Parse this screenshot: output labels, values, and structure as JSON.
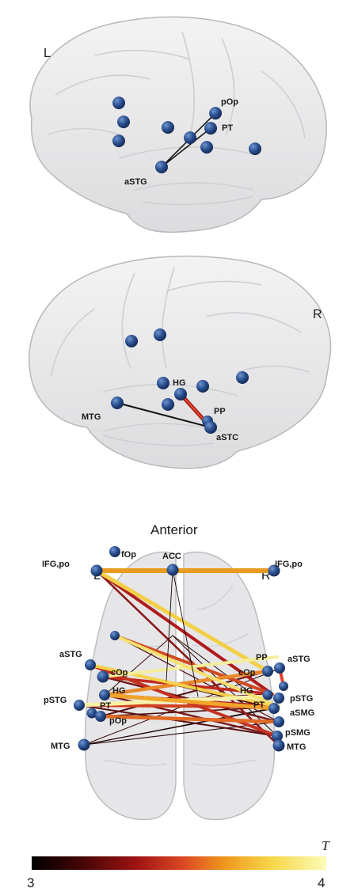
{
  "lateral_left": {
    "hemisphere": "L",
    "labels": {
      "pOp": "pOp",
      "PT": "PT",
      "aSTG": "aSTG"
    }
  },
  "lateral_right": {
    "hemisphere": "R",
    "labels": {
      "HG": "HG",
      "PP": "PP",
      "MTG": "MTG",
      "aSTG": "aSTC"
    }
  },
  "axial": {
    "title": "Anterior",
    "hemi_left": "L",
    "hemi_right": "R",
    "left_labels": {
      "fOp": "fOp",
      "ACC": "ACC",
      "IFGpo": "IFG,po",
      "aSTG": "aSTG",
      "cOp": "cOp",
      "HG": "HG",
      "pSTG": "pSTG",
      "PT": "PT",
      "pOp": "pOp",
      "MTG": "MTG"
    },
    "right_labels": {
      "IFGpo": "IFG,po",
      "PP": "PP",
      "aSTG": "aSTG",
      "cOp": "cOp",
      "HG": "HG",
      "pSTG": "pSTG",
      "PT": "PT",
      "aSMG": "aSMG",
      "pSMG": "pSMG",
      "MTG": "MTG"
    }
  },
  "colorbar": {
    "label": "T",
    "min": "3",
    "max": "4"
  },
  "colors": {
    "node": "#2a4f8f",
    "brain_fill": "#e4e4e6",
    "brain_edge": "#b8b8bc",
    "scale": [
      "#000000",
      "#5a0a0a",
      "#b01818",
      "#e2552a",
      "#f0a020",
      "#f7d84a",
      "#fdfbb0"
    ]
  }
}
